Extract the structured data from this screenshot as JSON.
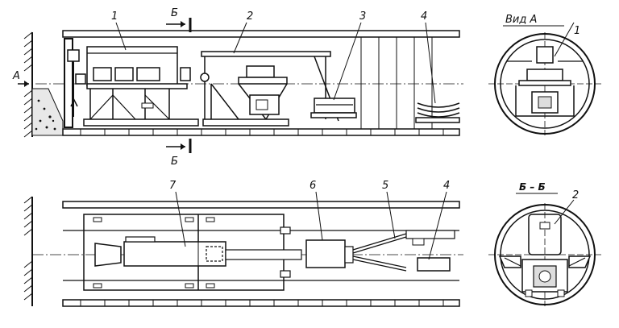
{
  "callouts": {
    "c1_top": "1",
    "c2_top": "2",
    "c3_top": "3",
    "c4_top": "4",
    "c7_bottom": "7",
    "c6_bottom": "6",
    "c5_bottom": "5",
    "c4_bottom": "4",
    "c1_view": "1",
    "c2_section": "2"
  },
  "section_marks": {
    "b_top": "Б",
    "b_bottom": "Б",
    "a_arrow": "А"
  },
  "view_titles": {
    "view_a": "Вид  А",
    "section_bb": "Б – Б"
  }
}
